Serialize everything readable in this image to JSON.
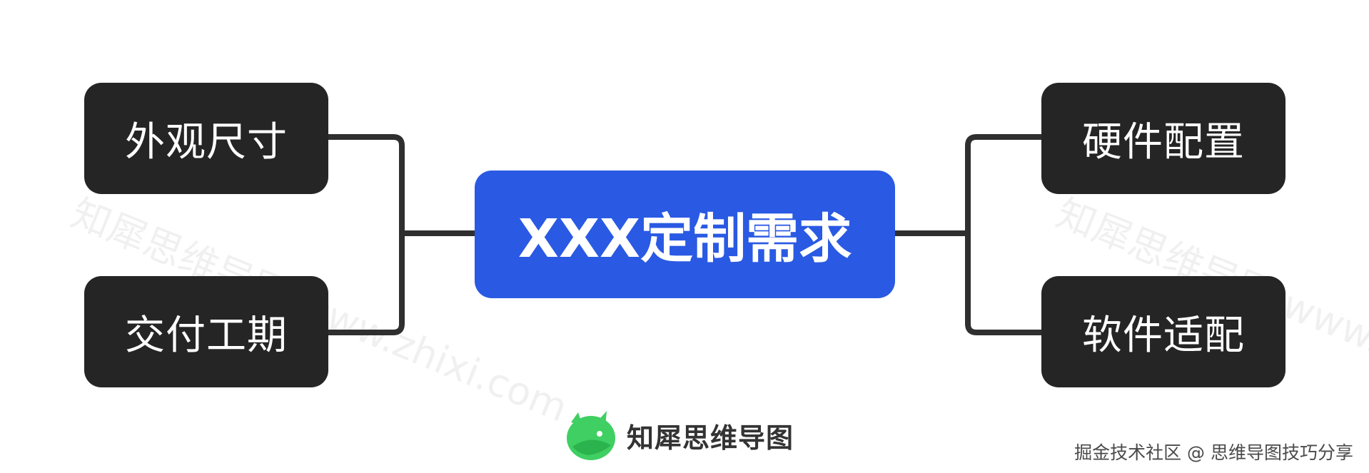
{
  "colors": {
    "center_node": "#2a5ae3",
    "dark_node": "#252525",
    "connector": "#2f2f2f",
    "logo_green": "#3fcf62",
    "node_text": "#ffffff"
  },
  "mindmap": {
    "center": {
      "label": "XXX定制需求"
    },
    "left_branches": [
      {
        "label": "外观尺寸"
      },
      {
        "label": "交付工期"
      }
    ],
    "right_branches": [
      {
        "label": "硬件配置"
      },
      {
        "label": "软件适配"
      }
    ]
  },
  "watermark": {
    "text": "知犀思维导图 www.zhixi.com"
  },
  "brand": {
    "icon": "rhino-logo-icon",
    "name": "知犀思维导图"
  },
  "credit": {
    "text": "掘金技术社区 @ 思维导图技巧分享"
  }
}
